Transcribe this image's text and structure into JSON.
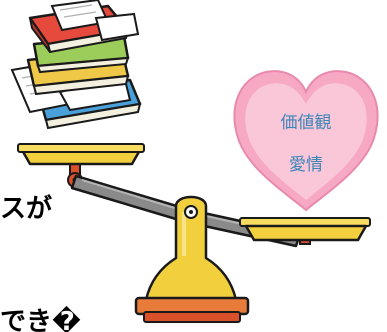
{
  "illustration": {
    "heart": {
      "line1": "価値観",
      "line2": "愛情"
    },
    "cropped_text": {
      "line1": "スが",
      "line2": "でき�"
    },
    "colors": {
      "book_red": "#e64a3c",
      "book_green": "#9ccd5a",
      "book_yellow": "#f0c848",
      "book_blue": "#4aa0d8",
      "pan_yellow": "#f2cf3c",
      "beam_gray": "#8a8a8a",
      "heart_pink": "#f7a9c4",
      "heart_text_blue": "#3c86b8",
      "bolt_red": "#d9502b"
    }
  }
}
